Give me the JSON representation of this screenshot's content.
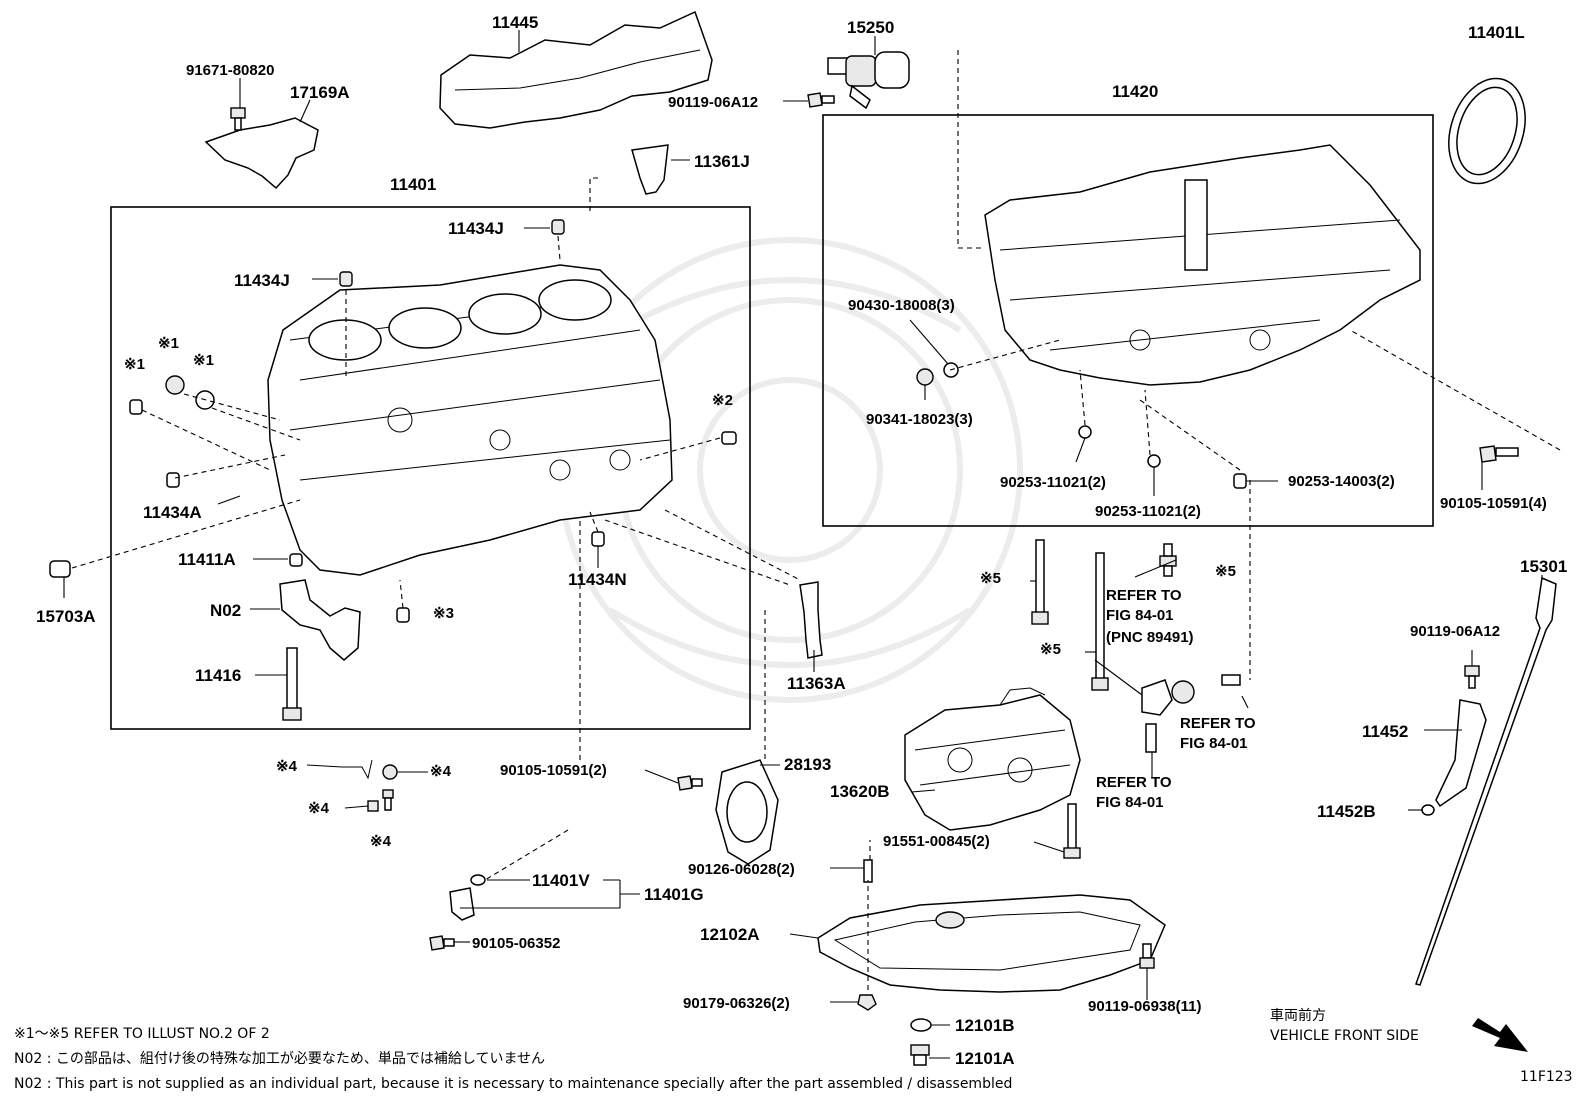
{
  "diagram": {
    "fig_code": "11F123",
    "orientation": {
      "jp": "車両前方",
      "en": "VEHICLE FRONT SIDE"
    },
    "notes": [
      "※1～※5  REFER TO ILLUST NO.2 OF 2",
      "N02 : この部品は、組付け後の特殊な加工が必要なため、単品では補給していません",
      "N02 : This part is not supplied as an individual part, because it is necessary to maintenance specially after the part assembled / disassembled"
    ],
    "labels": {
      "p11445": "11445",
      "p91671": "91671-80820",
      "p17169A": "17169A",
      "p15250": "15250",
      "p90119_a": "90119-06A12",
      "p11401L": "11401L",
      "p11420": "11420",
      "p11361J": "11361J",
      "p11401": "11401",
      "p11434J_a": "11434J",
      "p11434J_b": "11434J",
      "ref1_a": "※1",
      "ref1_b": "※1",
      "ref1_c": "※1",
      "ref2": "※2",
      "p11434A": "11434A",
      "p11411A": "11411A",
      "p15703A": "15703A",
      "pN02": "N02",
      "ref3": "※3",
      "p11434N": "11434N",
      "p11416": "11416",
      "p90430": "90430-18008(3)",
      "p90341": "90341-18023(3)",
      "p90253_a": "90253-11021(2)",
      "p90253_b": "90253-11021(2)",
      "p90253_c": "90253-14003(2)",
      "p90105_a": "90105-10591(4)",
      "ref5_a": "※5",
      "ref5_b": "※5",
      "ref5_c": "※5",
      "refer_a1": "REFER TO",
      "refer_a2": "FIG 84-01",
      "refer_a3": "(PNC 89491)",
      "refer_b1": "REFER TO",
      "refer_b2": "FIG 84-01",
      "refer_c1": "REFER TO",
      "refer_c2": "FIG 84-01",
      "p15301": "15301",
      "p90119_b": "90119-06A12",
      "p11452": "11452",
      "p11452B": "11452B",
      "p11363A": "11363A",
      "ref4_a": "※4",
      "ref4_b": "※4",
      "ref4_c": "※4",
      "ref4_d": "※4",
      "p90105_b": "90105-10591(2)",
      "p28193": "28193",
      "p13620B": "13620B",
      "p91551": "91551-00845(2)",
      "p11401V": "11401V",
      "p11401G": "11401G",
      "p90105_c": "90105-06352",
      "p90126": "90126-06028(2)",
      "p12102A": "12102A",
      "p90179": "90179-06326(2)",
      "p90119_c": "90119-06938(11)",
      "p12101B": "12101B",
      "p12101A": "12101A"
    }
  }
}
